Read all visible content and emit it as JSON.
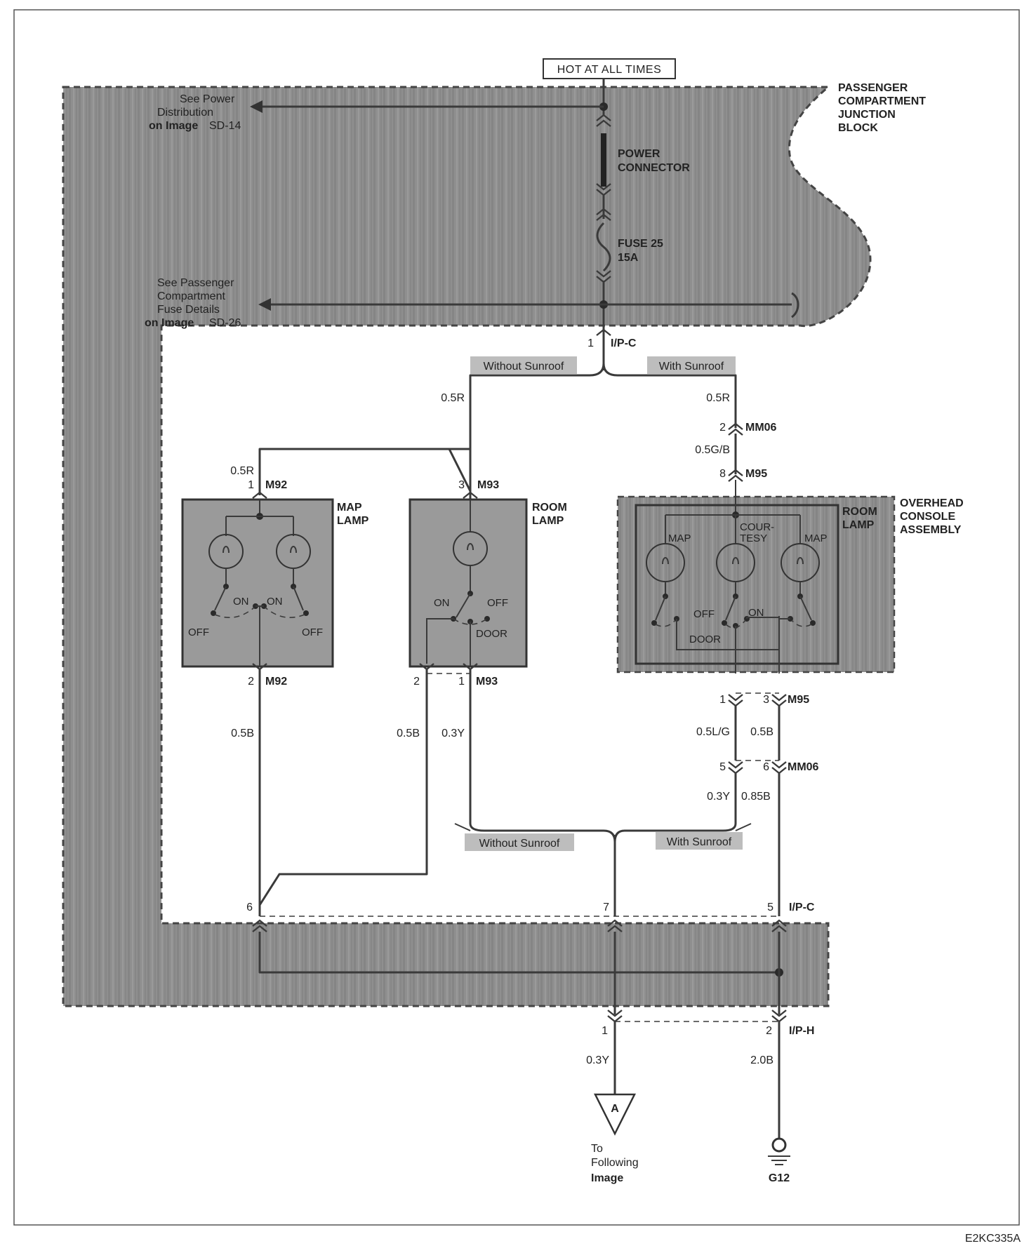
{
  "colors": {
    "junction_block_fill": "#8f8f8f",
    "component_fill": "#9a9a9a",
    "label_fill": "#bdbdbd",
    "wire": "#3a3a3a"
  },
  "labels": {
    "hot_at_all_times": "HOT AT ALL TIMES",
    "pcjb_1": "PASSENGER",
    "pcjb_2": "COMPARTMENT",
    "pcjb_3": "JUNCTION",
    "pcjb_4": "BLOCK",
    "see_power_1": "See Power",
    "see_power_2": "Distribution",
    "see_power_3a": "on Image",
    "see_power_3b": "SD-14",
    "see_pass_1": "See Passenger",
    "see_pass_2": "Compartment",
    "see_pass_3": "Fuse Details",
    "see_pass_4a": "on Image",
    "see_pass_4b": "SD-26",
    "power_connector_1": "POWER",
    "power_connector_2": "CONNECTOR",
    "fuse_1": "FUSE 25",
    "fuse_2": "15A",
    "without_sunroof": "Without Sunroof",
    "with_sunroof": "With Sunroof",
    "map_lamp_1": "MAP",
    "map_lamp_2": "LAMP",
    "room_lamp_1": "ROOM",
    "room_lamp_2": "LAMP",
    "overhead_1": "OVERHEAD",
    "overhead_2": "CONSOLE",
    "overhead_3": "ASSEMBLY",
    "sw_on": "ON",
    "sw_off": "OFF",
    "sw_door": "DOOR",
    "sw_map": "MAP",
    "sw_cour": "COUR-",
    "sw_tesy": "TESY",
    "to_following_1": "To",
    "to_following_2": "Following",
    "to_following_3": "Image",
    "connector_a": "A",
    "ground": "G12",
    "figure_id": "E2KC335A"
  },
  "connectors": {
    "ipc": "I/P-C",
    "iph": "I/P-H",
    "mm06": "MM06",
    "m95": "M95",
    "m92": "M92",
    "m93": "M93"
  },
  "pins": {
    "p1": "1",
    "p2": "2",
    "p3": "3",
    "p5": "5",
    "p6": "6",
    "p7": "7",
    "p8": "8"
  },
  "wires": {
    "r05": "0.5R",
    "gb05": "0.5G/B",
    "b05": "0.5B",
    "y03": "0.3Y",
    "lg05": "0.5L/G",
    "b085": "0.85B",
    "b20": "2.0B"
  }
}
